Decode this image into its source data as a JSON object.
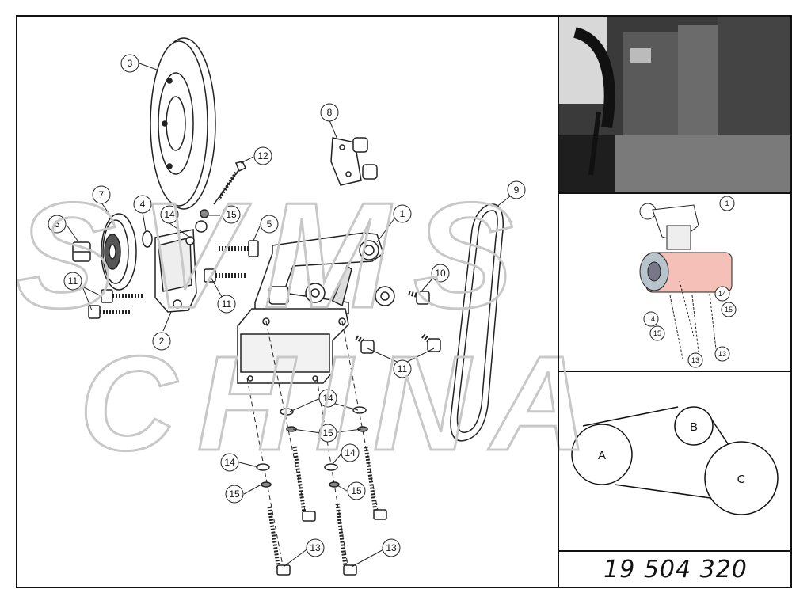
{
  "part_number": "19 504 320",
  "callouts": {
    "c1": "1",
    "c2": "2",
    "c3": "3",
    "c4": "4",
    "c5": "5",
    "c6": "6",
    "c7": "7",
    "c8": "8",
    "c9": "9",
    "c10": "10",
    "c11": "11",
    "c12": "12",
    "c13": "13",
    "c14": "14",
    "c15": "15"
  },
  "belt_diagram": {
    "pulley_a": "A",
    "pulley_b": "B",
    "pulley_c": "C"
  },
  "watermark": {
    "line1": "SVMS",
    "line2": "CHINA"
  }
}
